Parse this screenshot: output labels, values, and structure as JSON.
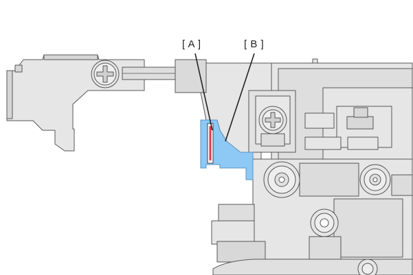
{
  "callouts": [
    {
      "id": "A",
      "text": "[ A ]"
    },
    {
      "id": "B",
      "text": "[ B ]"
    }
  ],
  "colors": {
    "part_fill": "#e6e6e6",
    "part_shade": "#d6d6d6",
    "part_stroke": "#555555",
    "highlight_blue": "#8ec8f5",
    "highlight_red": "#e0364f",
    "background": "#ffffff"
  }
}
